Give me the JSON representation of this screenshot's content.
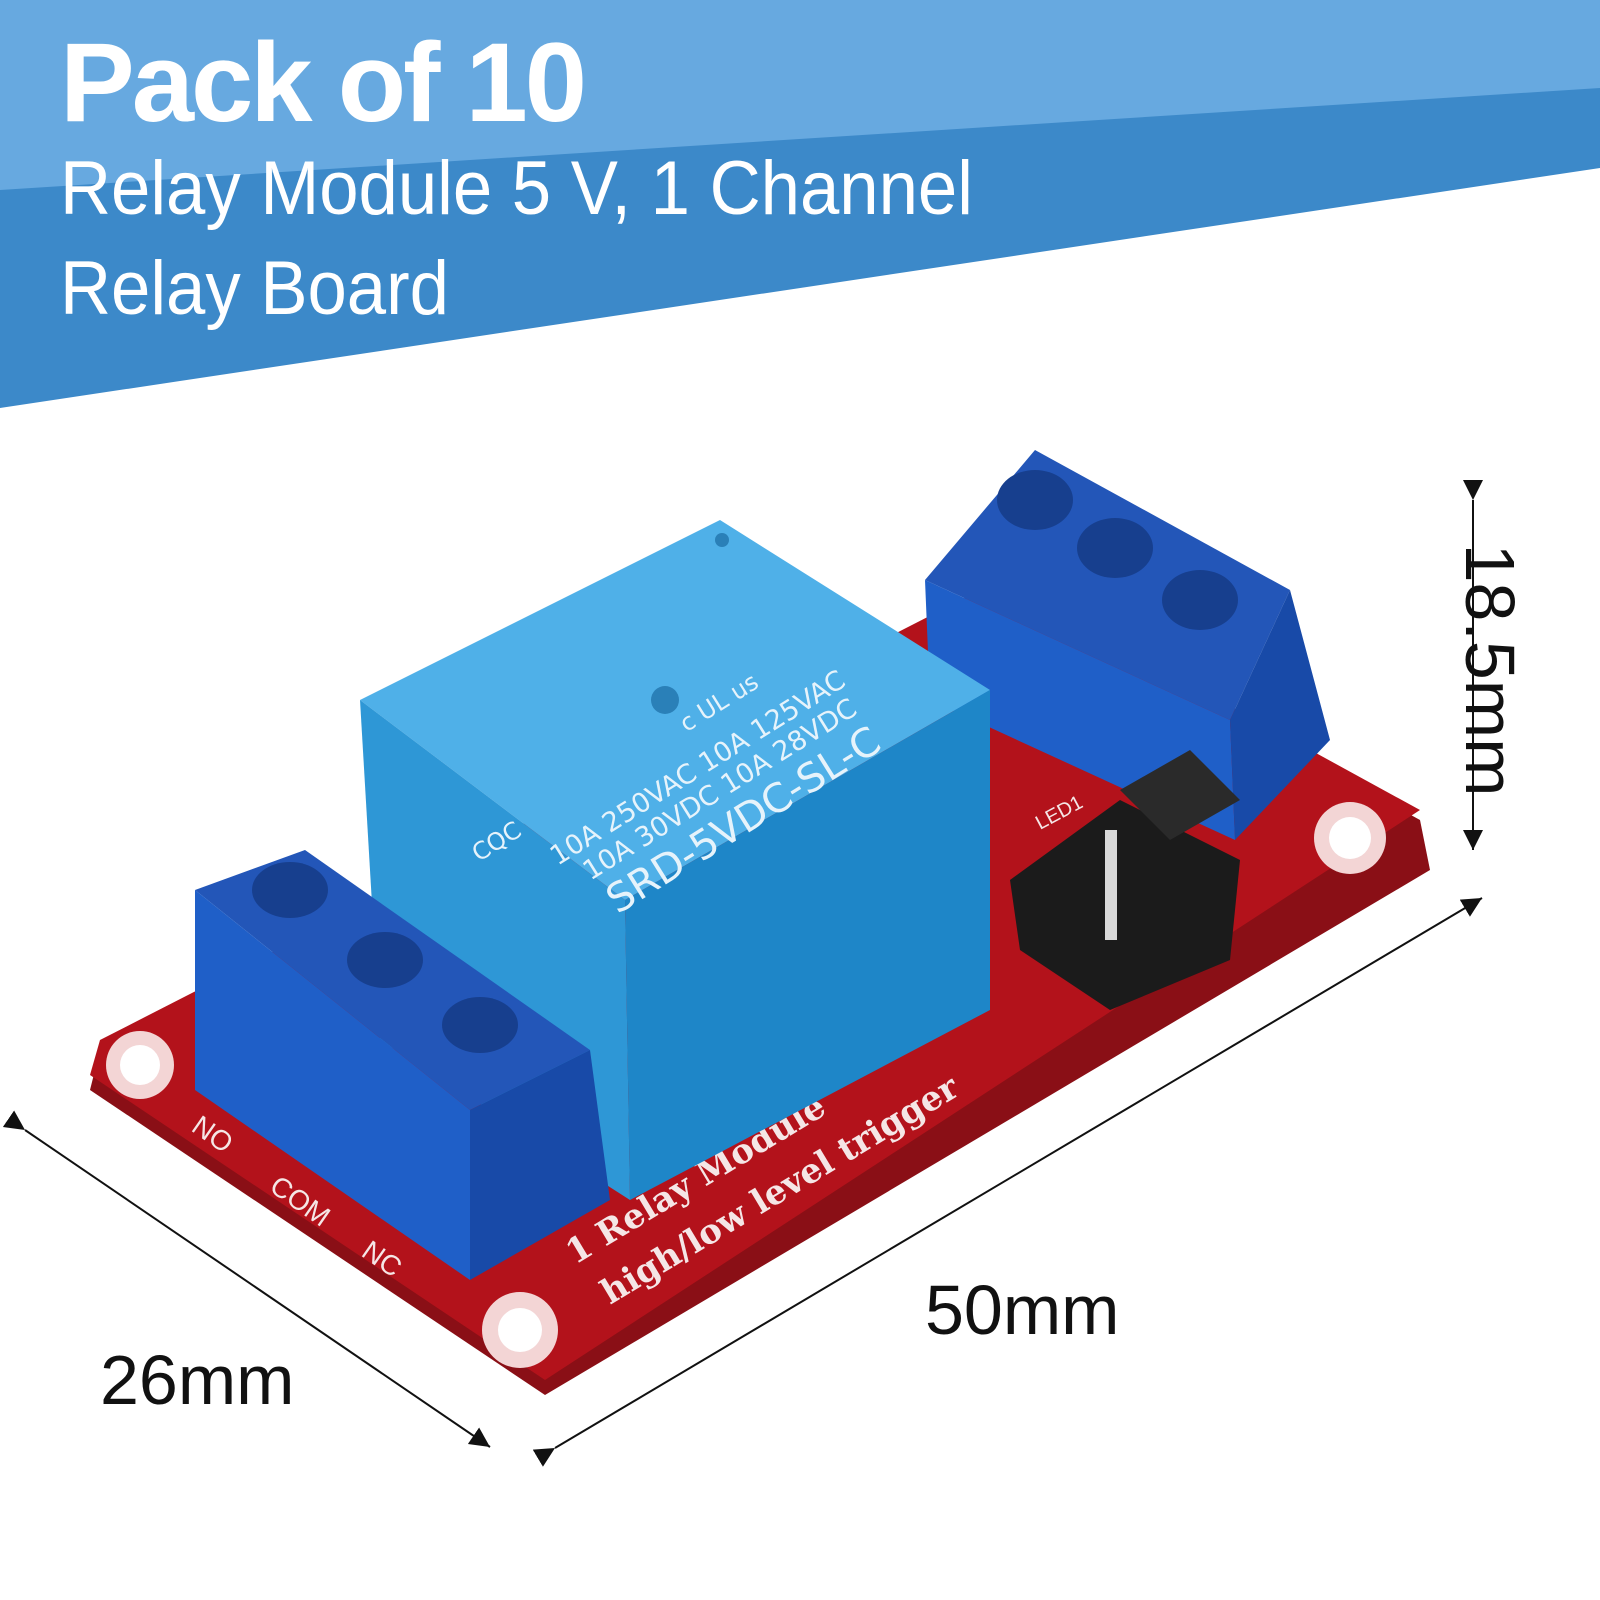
{
  "header": {
    "title": "Pack of 10",
    "subtitle_line1": "Relay Module 5 V, 1 Channel",
    "subtitle_line2": "Relay Board"
  },
  "dimensions": {
    "height": "18.5mm",
    "length": "50mm",
    "width": "26mm"
  },
  "product_markings": {
    "relay_rating_1": "10A 250VAC 10A 125VAC",
    "relay_rating_2": "10A 30VDC 10A 28VDC",
    "relay_model": "SRD-5VDC-SL-C",
    "cert_cqc": "CQC",
    "cert_ul": "c UL us",
    "pcb_label_1": "1 Relay Module",
    "pcb_label_2": "high/low level trigger",
    "terminal_no": "NO",
    "terminal_com": "COM",
    "terminal_nc": "NC",
    "led_label": "LED1"
  },
  "colors": {
    "banner_light": "#67A9E0",
    "banner_dark": "#3C89C9",
    "pcb_red": "#B3121B",
    "relay_blue": "#2E97D6",
    "terminal_blue": "#1F5FC8"
  }
}
